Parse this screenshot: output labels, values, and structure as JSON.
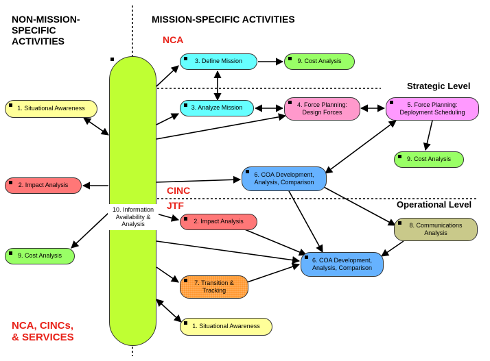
{
  "headings": {
    "non_mission": "NON-MISSION-\nSPECIFIC\nACTIVITIES",
    "mission": "MISSION-SPECIFIC ACTIVITIES",
    "nca": "NCA",
    "strategic": "Strategic Level",
    "cinc": "CINC",
    "jtf": "JTF",
    "operational": "Operational Level",
    "nca_cincs_services": "NCA, CINCs,\n& SERVICES"
  },
  "pill_label": "10. Information\nAvailability &\nAnalysis",
  "nodes": {
    "situational_awareness_left": "1. Situational Awareness",
    "impact_analysis_left": "2. Impact Analysis",
    "cost_analysis_left": "9. Cost Analysis",
    "define_mission": "3. Define Mission",
    "cost_analysis_top": "9. Cost Analysis",
    "analyze_mission": "3. Analyze Mission",
    "force_planning_design": "4. Force Planning:\nDesign Forces",
    "force_planning_deploy": "5. Force Planning:\nDeployment Scheduling",
    "cost_analysis_right": "9. Cost Analysis",
    "coa_upper": "6. COA Development,\nAnalysis, Comparison",
    "impact_analysis_jtf": "2. Impact Analysis",
    "communications_analysis": "8. Communications\nAnalysis",
    "coa_lower": "6. COA Development,\nAnalysis, Comparison",
    "transition_tracking": "7. Transition &\nTracking",
    "situational_awareness_bottom": "1. Situational Awareness"
  },
  "colors": {
    "pill": "#bfff33",
    "heading_red": "#e8231a"
  }
}
